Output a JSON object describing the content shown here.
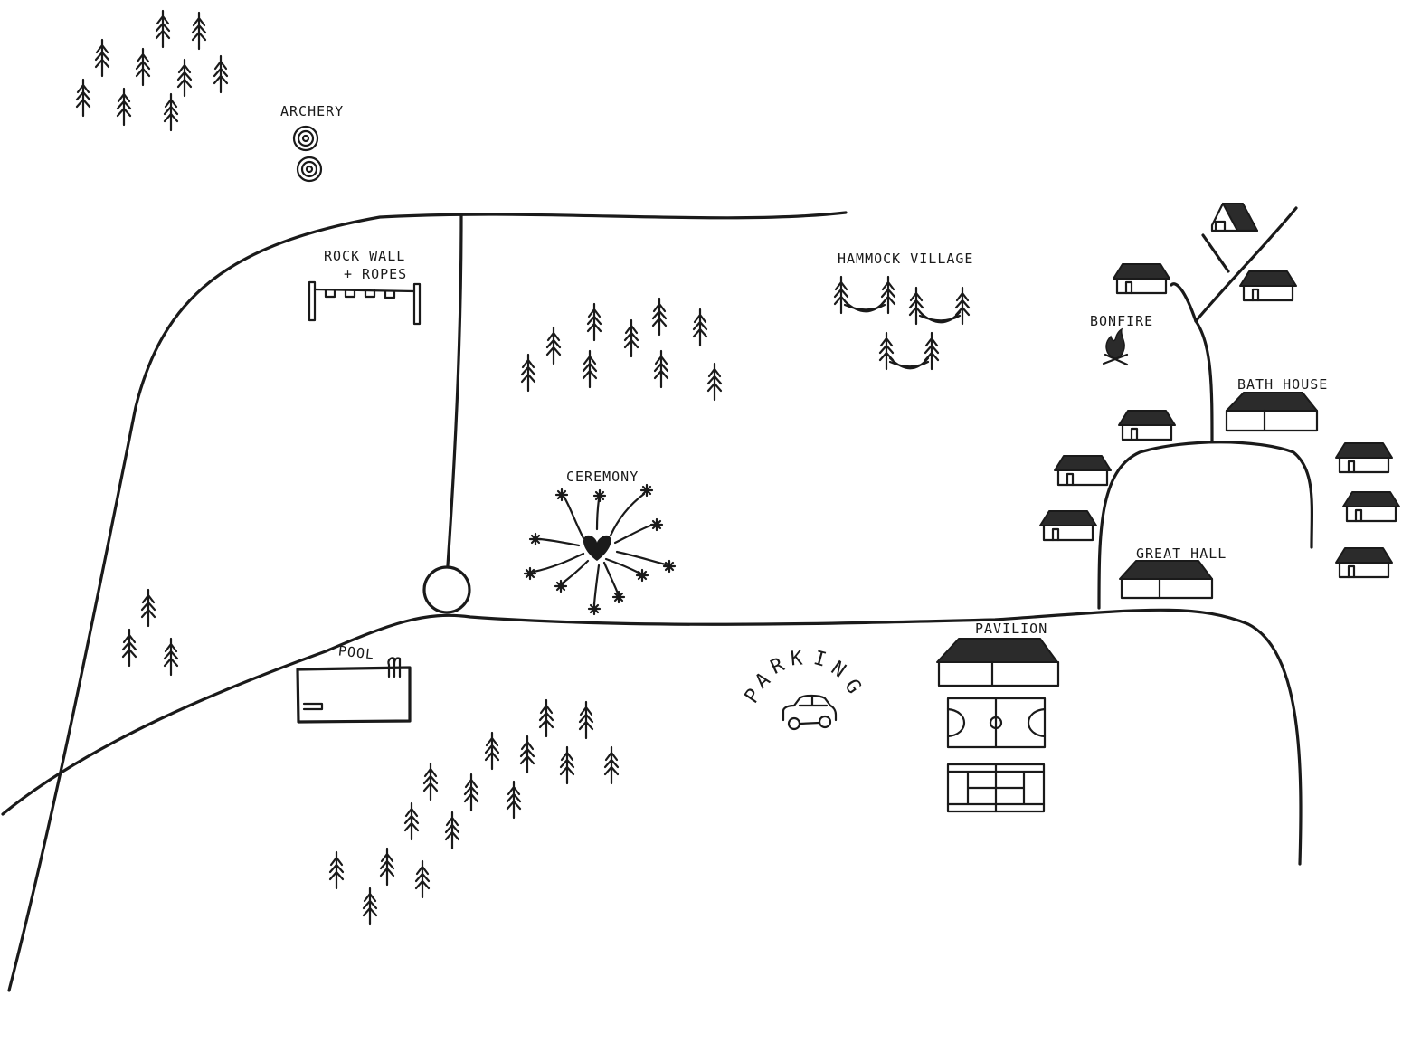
{
  "map": {
    "labels": {
      "archery": "ARCHERY",
      "rock_wall_1": "ROCK WALL",
      "rock_wall_2": "+ ROPES",
      "hammock_village": "HAMMOCK VILLAGE",
      "bonfire": "BONFIRE",
      "bath_house": "BATH HOUSE",
      "ceremony": "CEREMONY",
      "great_hall": "GREAT HALL",
      "pavilion": "PAVILION",
      "pool": "POOL",
      "parking": [
        "P",
        "A",
        "R",
        "K",
        "I",
        "N",
        "G"
      ]
    },
    "icons": {
      "tree": "tree-icon",
      "cabin": "cabin-icon",
      "target": "archery-target-icon",
      "heart": "heart-icon",
      "fire": "fire-icon",
      "car": "car-icon",
      "hammock": "hammock-icon"
    },
    "colors": {
      "ink": "#1a1a1a",
      "paper": "#ffffff"
    }
  }
}
